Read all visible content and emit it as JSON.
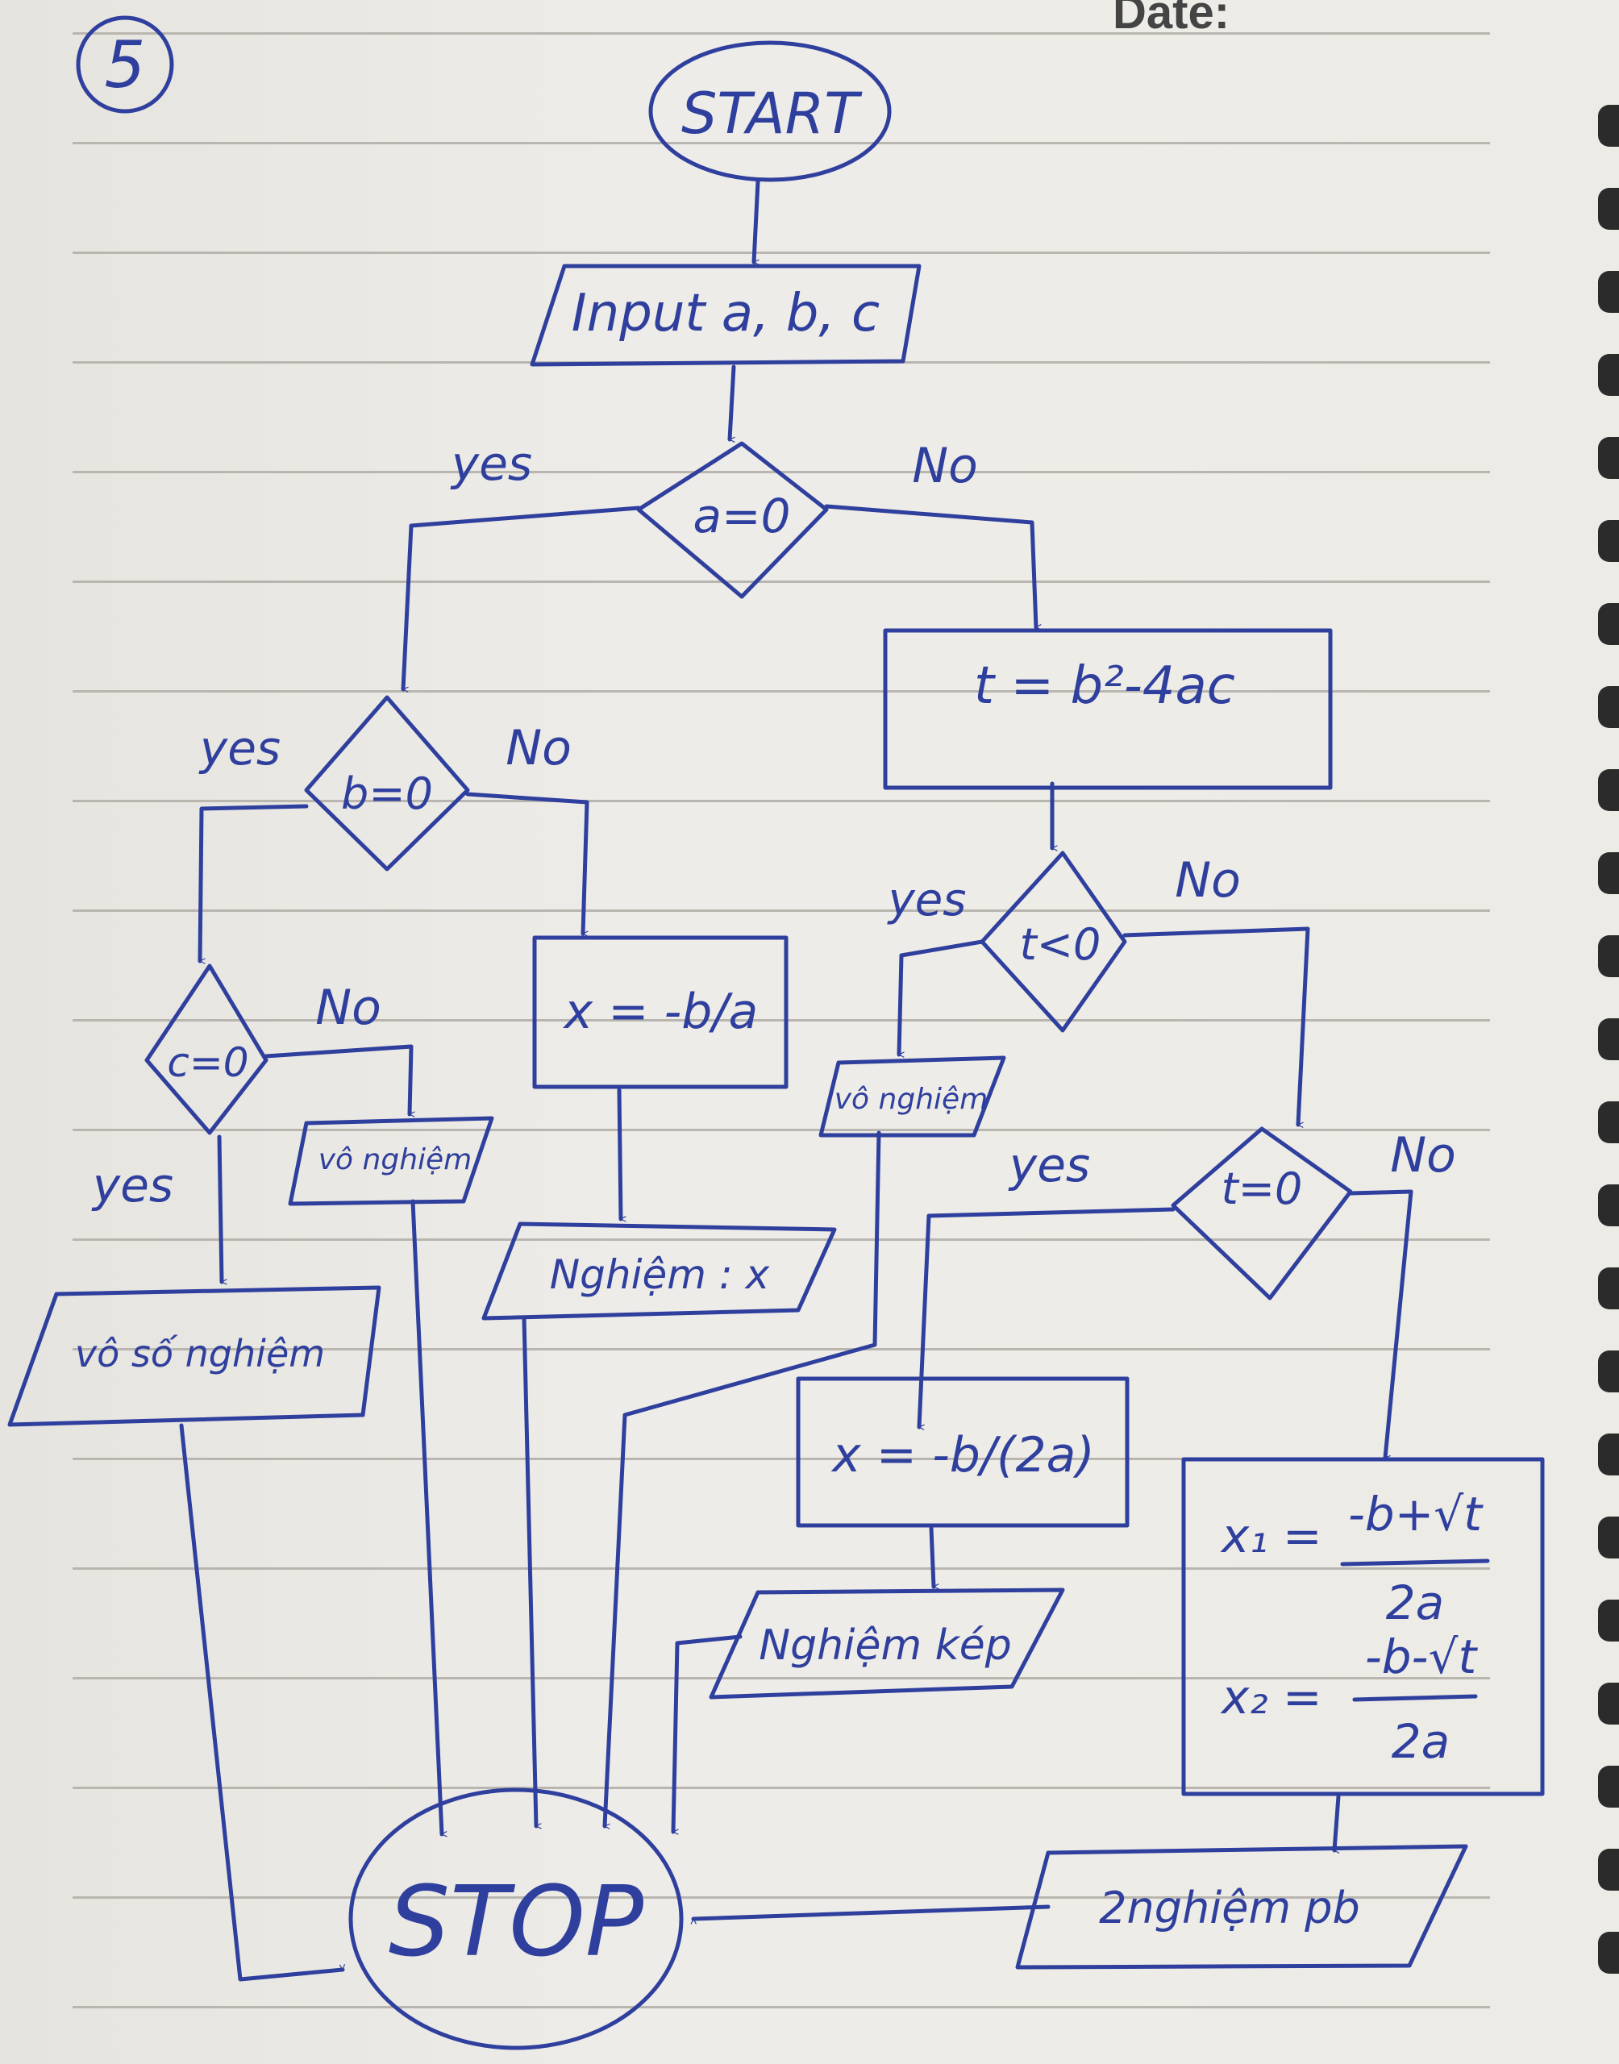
{
  "header": {
    "date_label": "Date:"
  },
  "page_number": "5",
  "nodes": {
    "start": "START",
    "input": "Input a, b, c",
    "dec_a": "a=0",
    "calc_t": "t = b²-4ac",
    "dec_b": "b=0",
    "dec_t_neg": "t<0",
    "x_ba": "x = -b/a",
    "dec_c": "c=0",
    "out_vn1": "vô nghiệm",
    "out_vn2": "vô nghiệm",
    "dec_t_zero": "t=0",
    "out_nghiem_x": "Nghiệm : x",
    "out_vosonghiem": "vô số nghiệm",
    "calc_x_kep": "x = -b/(2a)",
    "calc_x1_lhs": "x₁ =",
    "calc_x1_num": "-b+√t",
    "calc_x1_den": "2a",
    "calc_x2_lhs": "x₂ =",
    "calc_x2_num": "-b-√t",
    "calc_x2_den": "2a",
    "out_nghiem_kep": "Nghiệm kép",
    "out_2nghiem": "2nghiệm pb",
    "stop": "STOP"
  },
  "edge_labels": {
    "a_yes": "yes",
    "a_no": "No",
    "b_yes": "yes",
    "b_no": "No",
    "c_yes": "yes",
    "c_no": "No",
    "tneg_yes": "yes",
    "tneg_no": "No",
    "tzero_yes": "yes",
    "tzero_no": "No"
  },
  "colors": {
    "ink": "#2f3f9d",
    "paper": "#eceae5",
    "rule": "#b9b6b0"
  }
}
